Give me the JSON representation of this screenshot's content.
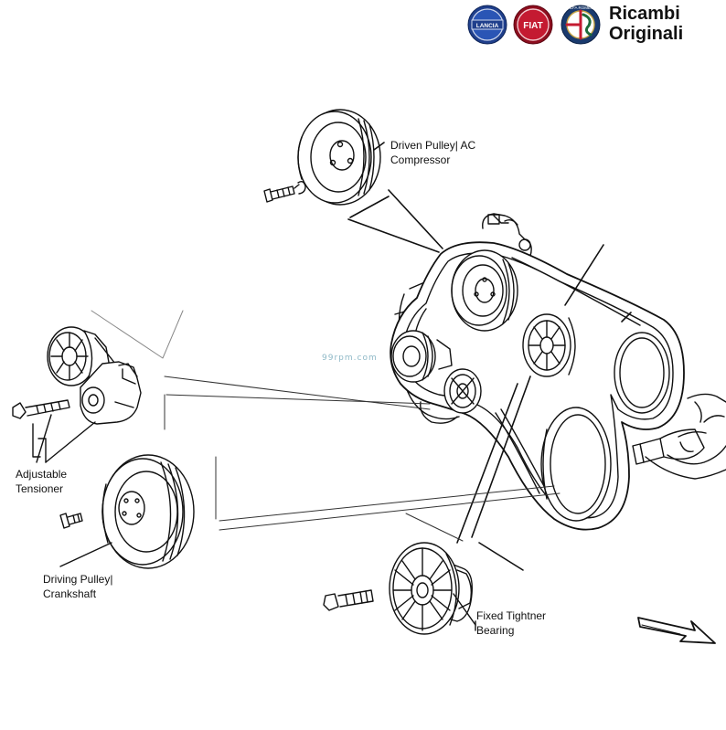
{
  "brand": {
    "text_line1": "Ricambi",
    "text_line2": "Originali",
    "logos": [
      {
        "name": "lancia-logo",
        "text": "LANCIA",
        "color": "#1f3f8c"
      },
      {
        "name": "fiat-logo",
        "text": "FIAT",
        "color": "#b3152a"
      },
      {
        "name": "alfa-romeo-logo",
        "text": "ALFA ROMEO",
        "color": "#1d6b3a"
      }
    ]
  },
  "watermark": "99rpm.com",
  "labels": {
    "ac_compressor": [
      "Driven Pulley| AC",
      "Compressor"
    ],
    "adjustable_tensioner": [
      "Adjustable",
      "Tensioner"
    ],
    "crankshaft": [
      "Driving Pulley|",
      "Crankshaft"
    ],
    "fixed_bearing": [
      "Fixed Tightner",
      "Bearing"
    ]
  },
  "colors": {
    "line": "#111111",
    "background": "#ffffff"
  },
  "icons": {
    "direction": "direction-arrow-icon"
  }
}
